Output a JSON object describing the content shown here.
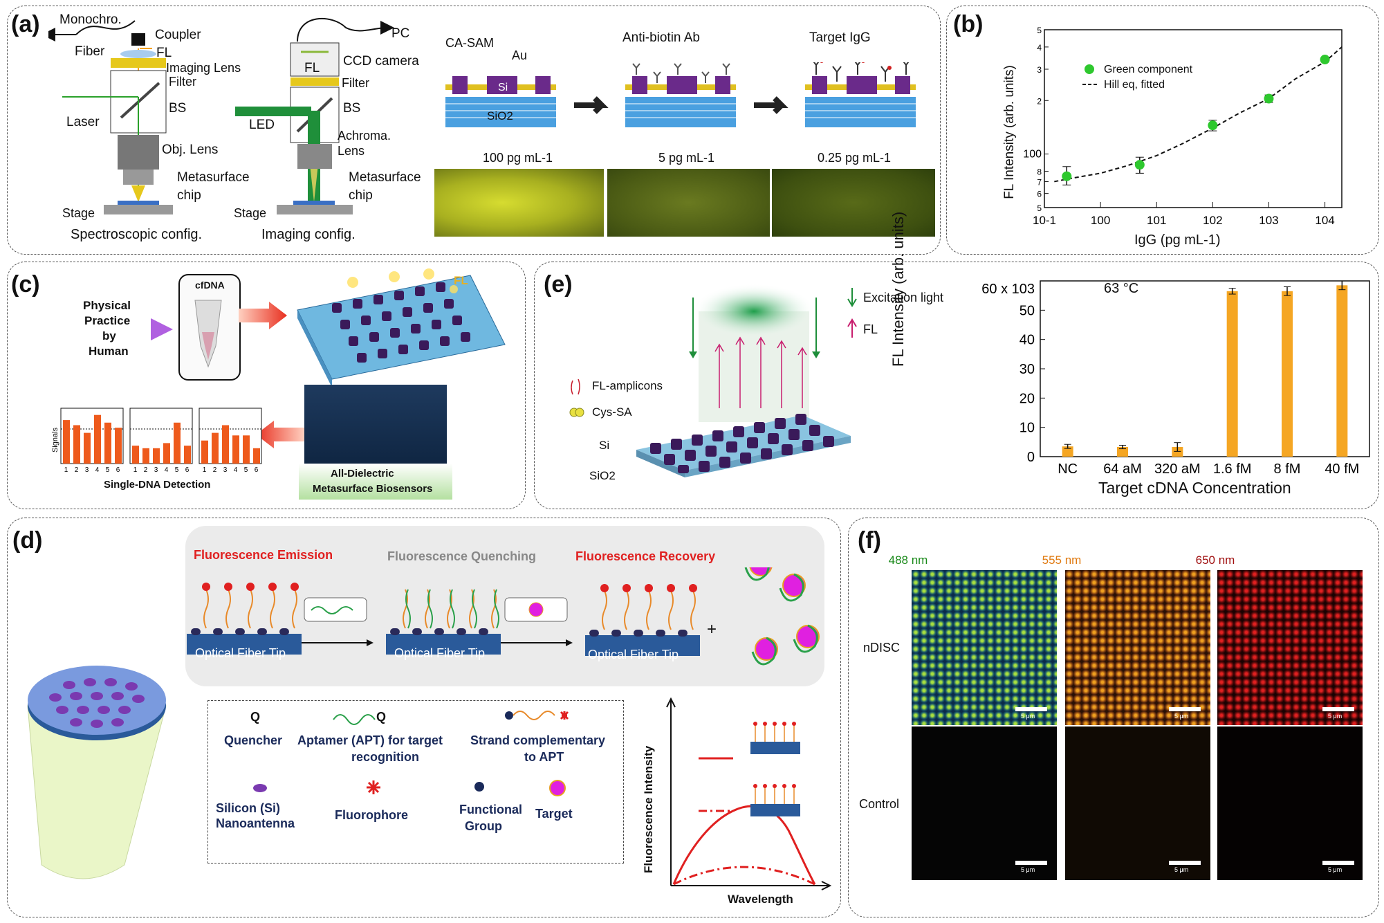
{
  "panels": {
    "a": {
      "label": "(a)",
      "spectro": {
        "monochro": "Monochro.",
        "coupler": "Coupler",
        "fiber": "Fiber",
        "fl": "FL",
        "imaging_lens": "Imaging Lens",
        "filter": "Filter",
        "laser": "Laser",
        "bs": "BS",
        "obj_lens": "Obj. Lens",
        "metasurface": "Metasurface",
        "chip": "chip",
        "stage": "Stage",
        "caption": "Spectroscopic config."
      },
      "imaging": {
        "pc": "PC",
        "ccd": "CCD camera",
        "fl": "FL",
        "filter": "Filter",
        "led": "LED",
        "bs": "BS",
        "achroma": "Achroma.",
        "lens": "Lens",
        "metasurface": "Metasurface",
        "chip": "chip",
        "stage": "Stage",
        "caption": "Imaging config."
      },
      "steps": {
        "ca_sam": "CA-SAM",
        "au": "Au",
        "si": "Si",
        "sio2": "SiO2",
        "anti_biotin": "Anti-biotin Ab",
        "target_igg": "Target IgG"
      },
      "micrographs": [
        "100 pg mL-1",
        "5 pg mL-1",
        "0.25 pg mL-1"
      ]
    },
    "b": {
      "label": "(b)",
      "legend_points": "Green component",
      "legend_fit": "Hill eq, fitted",
      "ylabel": "FL Intensity (arb. units)",
      "xlabel": "IgG (pg mL-1)"
    },
    "c": {
      "label": "(c)",
      "physical": [
        "Physical",
        "Practice",
        "by",
        "Human"
      ],
      "cfdna": "cfDNA",
      "fl": "FL",
      "signals": "Signals",
      "single_dna": "Single-DNA Detection",
      "biosensor": [
        "All-Dielectric",
        "Metasurface Biosensors"
      ],
      "mini_ticks": [
        "1",
        "2",
        "3",
        "4",
        "5",
        "6"
      ]
    },
    "d": {
      "label": "(d)",
      "emission": "Fluorescence Emission",
      "quenching": "Fluorescence Quenching",
      "recovery": "Fluorescence Recovery",
      "fiber_tip": "Optical Fiber Tip",
      "q": "Q",
      "legend": {
        "quencher": "Quencher",
        "aptamer": [
          "Aptamer (APT) for target",
          "recognition"
        ],
        "strand": [
          "Strand complementary",
          "to APT"
        ],
        "silicon": [
          "Silicon (Si)",
          "Nanoantenna"
        ],
        "fluorophore": "Fluorophore",
        "functional": [
          "Functional",
          "Group"
        ],
        "target": "Target"
      },
      "plot": {
        "ylabel": "Fluorescence Intensity",
        "xlabel": "Wavelength"
      },
      "plus": "+"
    },
    "e": {
      "label": "(e)",
      "excitation": "Excitation light",
      "fl": "FL",
      "amplicons": "FL-amplicons",
      "cys_sa": "Cys-SA",
      "si": "Si",
      "sio2": "SiO2",
      "temp": "63 °C",
      "ylabel": "FL Intensity (arb. units)",
      "xlabel": "Target cDNA Concentration"
    },
    "f": {
      "label": "(f)",
      "wavelengths": [
        "488 nm",
        "555 nm",
        "650 nm"
      ],
      "wavelength_colors": [
        "#1a8a1a",
        "#e07a10",
        "#a01010"
      ],
      "rows": [
        "nDISC",
        "Control"
      ],
      "scale": "5 μm"
    }
  },
  "chart_data": [
    {
      "id": "b",
      "type": "scatter",
      "scale": "log-log",
      "title": "",
      "xlabel": "IgG (pg mL-1)",
      "ylabel": "FL Intensity (arb. units)",
      "xlim": [
        0.1,
        20000
      ],
      "ylim": [
        50,
        500
      ],
      "xticks": [
        "10-1",
        "100",
        "101",
        "102",
        "103",
        "104"
      ],
      "yticks": [
        "5",
        "6",
        "7",
        "8",
        "100",
        "2",
        "3",
        "4",
        "5"
      ],
      "series": [
        {
          "name": "Green component",
          "x": [
            0.25,
            5,
            100,
            1000,
            10000
          ],
          "y": [
            75,
            87,
            145,
            205,
            340
          ],
          "err_low": [
            67,
            78,
            135,
            195,
            330
          ],
          "err_high": [
            85,
            96,
            155,
            215,
            350
          ]
        },
        {
          "name": "Hill eq, fitted",
          "x": [
            0.15,
            0.3,
            1,
            3,
            10,
            30,
            100,
            300,
            1000,
            3000,
            10000,
            20000
          ],
          "y": [
            70,
            73,
            78,
            86,
            98,
            115,
            140,
            170,
            205,
            265,
            330,
            400
          ]
        }
      ]
    },
    {
      "id": "e",
      "type": "bar",
      "title": "",
      "xlabel": "Target cDNA Concentration",
      "ylabel": "FL Intensity (arb. units)",
      "ylim_label": "60 x 103",
      "ylim": [
        0,
        60
      ],
      "yticks": [
        "0",
        "10",
        "20",
        "30",
        "40",
        "50"
      ],
      "categories": [
        "NC",
        "64 aM",
        "320 aM",
        "1.6 fM",
        "8 fM",
        "40 fM"
      ],
      "values": [
        3.5,
        3.3,
        3.3,
        56.5,
        56.5,
        58.5
      ],
      "errors": [
        0.7,
        0.6,
        1.5,
        1.0,
        1.5,
        1.5
      ],
      "color": "#f5a623"
    },
    {
      "id": "c-mini",
      "type": "bar",
      "ylabel": "Signals",
      "xlabel": "Single-DNA Detection",
      "categories": [
        "1",
        "2",
        "3",
        "4",
        "5",
        "6"
      ],
      "series": [
        {
          "values": [
            0.85,
            0.75,
            0.6,
            0.95,
            0.8,
            0.7
          ]
        },
        {
          "values": [
            0.35,
            0.3,
            0.3,
            0.4,
            0.8,
            0.35
          ]
        },
        {
          "values": [
            0.45,
            0.6,
            0.75,
            0.55,
            0.55,
            0.3
          ]
        }
      ],
      "color": "#ee5a1c"
    }
  ]
}
